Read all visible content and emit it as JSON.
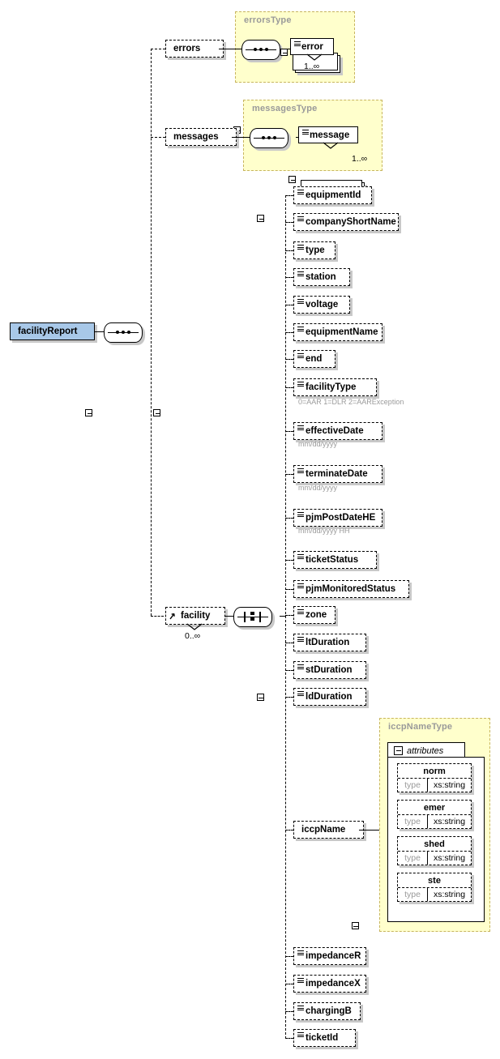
{
  "diagram": {
    "title": "facilityReport XSD schema diagram",
    "root": {
      "label": "facilityReport",
      "icon": "sequence-compositor-icon"
    },
    "colors": {
      "root_fill": "#a8c8e8",
      "type_fill": "#ffffcc",
      "type_border": "#c8b560",
      "type_label": "#9a9a9a",
      "annotation": "#9a9a9a",
      "shadow": "#c8c8c8"
    },
    "complex_types": [
      {
        "name": "errorsType",
        "child": "error",
        "cardinality": "1..∞"
      },
      {
        "name": "messagesType",
        "child": "message",
        "cardinality": "1..∞"
      },
      {
        "name": "iccpNameType",
        "attributes_label": "attributes",
        "attributes": [
          {
            "name": "norm",
            "type_key": "type",
            "type_value": "xs:string"
          },
          {
            "name": "emer",
            "type_key": "type",
            "type_value": "xs:string"
          },
          {
            "name": "shed",
            "type_key": "type",
            "type_value": "xs:string"
          },
          {
            "name": "ste",
            "type_key": "type",
            "type_value": "xs:string"
          }
        ]
      }
    ],
    "top_branches": [
      {
        "label": "errors",
        "optional": true
      },
      {
        "label": "messages",
        "optional": true
      }
    ],
    "facility": {
      "label": "facility",
      "cardinality": "0..∞",
      "icon": "all-compositor-icon"
    },
    "facility_children": [
      {
        "label": "equipmentId",
        "annotation": ""
      },
      {
        "label": "companyShortName",
        "annotation": ""
      },
      {
        "label": "type",
        "annotation": ""
      },
      {
        "label": "station",
        "annotation": ""
      },
      {
        "label": "voltage",
        "annotation": ""
      },
      {
        "label": "equipmentName",
        "annotation": ""
      },
      {
        "label": "end",
        "annotation": ""
      },
      {
        "label": "facilityType",
        "annotation": "0=AAR 1=DLR 2=AARException"
      },
      {
        "label": "effectiveDate",
        "annotation": "mm/dd/yyyy"
      },
      {
        "label": "terminateDate",
        "annotation": "mm/dd/yyyy"
      },
      {
        "label": "pjmPostDateHE",
        "annotation": "mm/dd/yyyy HH"
      },
      {
        "label": "ticketStatus",
        "annotation": ""
      },
      {
        "label": "pjmMonitoredStatus",
        "annotation": ""
      },
      {
        "label": "zone",
        "annotation": ""
      },
      {
        "label": "ltDuration",
        "annotation": ""
      },
      {
        "label": "stDuration",
        "annotation": ""
      },
      {
        "label": "ldDuration",
        "annotation": ""
      },
      {
        "label": "iccpName",
        "annotation": ""
      },
      {
        "label": "impedanceR",
        "annotation": ""
      },
      {
        "label": "impedanceX",
        "annotation": ""
      },
      {
        "label": "chargingB",
        "annotation": ""
      },
      {
        "label": "ticketId",
        "annotation": ""
      }
    ]
  }
}
